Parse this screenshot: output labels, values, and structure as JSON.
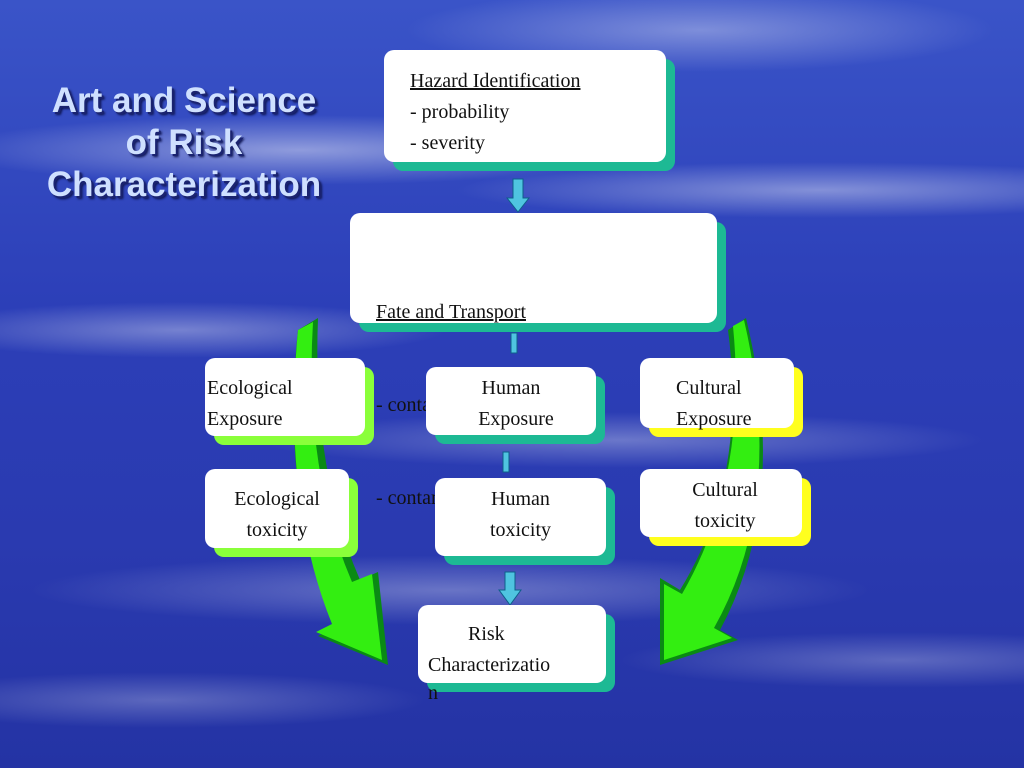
{
  "title": {
    "line1": "Art and Science",
    "line2": "of Risk",
    "line3": "Characterization"
  },
  "hazard": {
    "heading": "Hazard Identification",
    "line1": "- probability",
    "line2": "- severity"
  },
  "fate": {
    "heading": "Fate and Transport",
    "line1": "- contamination of  media,",
    "line2": "- contamination of resources"
  },
  "ecological_exposure": {
    "line1": "Ecological",
    "line2": "Exposure"
  },
  "human_exposure": {
    "line1": "Human",
    "line2": "Exposure"
  },
  "cultural_exposure": {
    "line1": "Cultural",
    "line2": "Exposure"
  },
  "ecological_toxicity": {
    "line1": "Ecological",
    "line2": "toxicity"
  },
  "human_toxicity": {
    "line1": "Human",
    "line2": "toxicity"
  },
  "cultural_toxicity": {
    "line1": "Cultural",
    "line2": "toxicity"
  },
  "risk": {
    "line1": "Risk",
    "line2": "Characterizatio",
    "line3": "n"
  },
  "colors": {
    "teal_shadow": "#1db994",
    "lime_shadow": "#8aff3a",
    "yellow_shadow": "#ffff1e",
    "arrow_green": "#33ee11",
    "small_arrow": "#4fc4e0"
  }
}
